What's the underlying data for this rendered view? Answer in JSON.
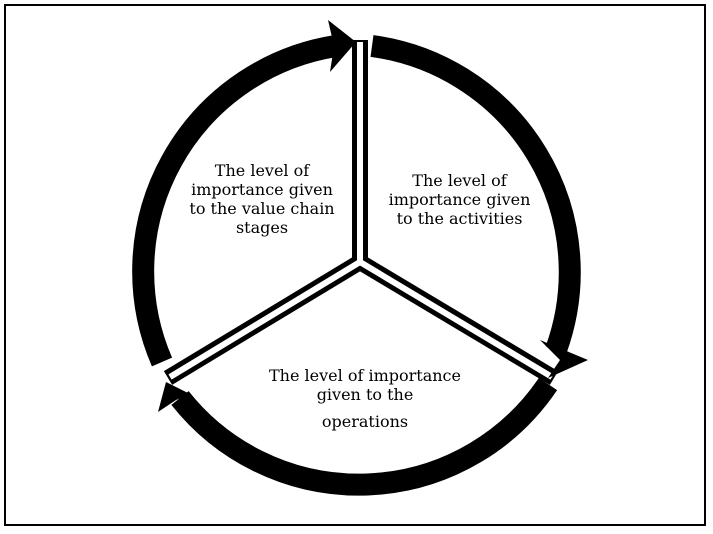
{
  "diagram": {
    "colors": {
      "stroke": "#000000",
      "background": "#ffffff"
    },
    "segments": [
      {
        "id": "value-chain-stages",
        "lines": [
          "The level of",
          "importance given",
          "to the value chain",
          "stages"
        ]
      },
      {
        "id": "activities",
        "lines": [
          "The level of",
          "importance given",
          "to the activities"
        ]
      },
      {
        "id": "operations",
        "lines": [
          "The level of importance",
          "given to the",
          "operations"
        ]
      }
    ]
  }
}
